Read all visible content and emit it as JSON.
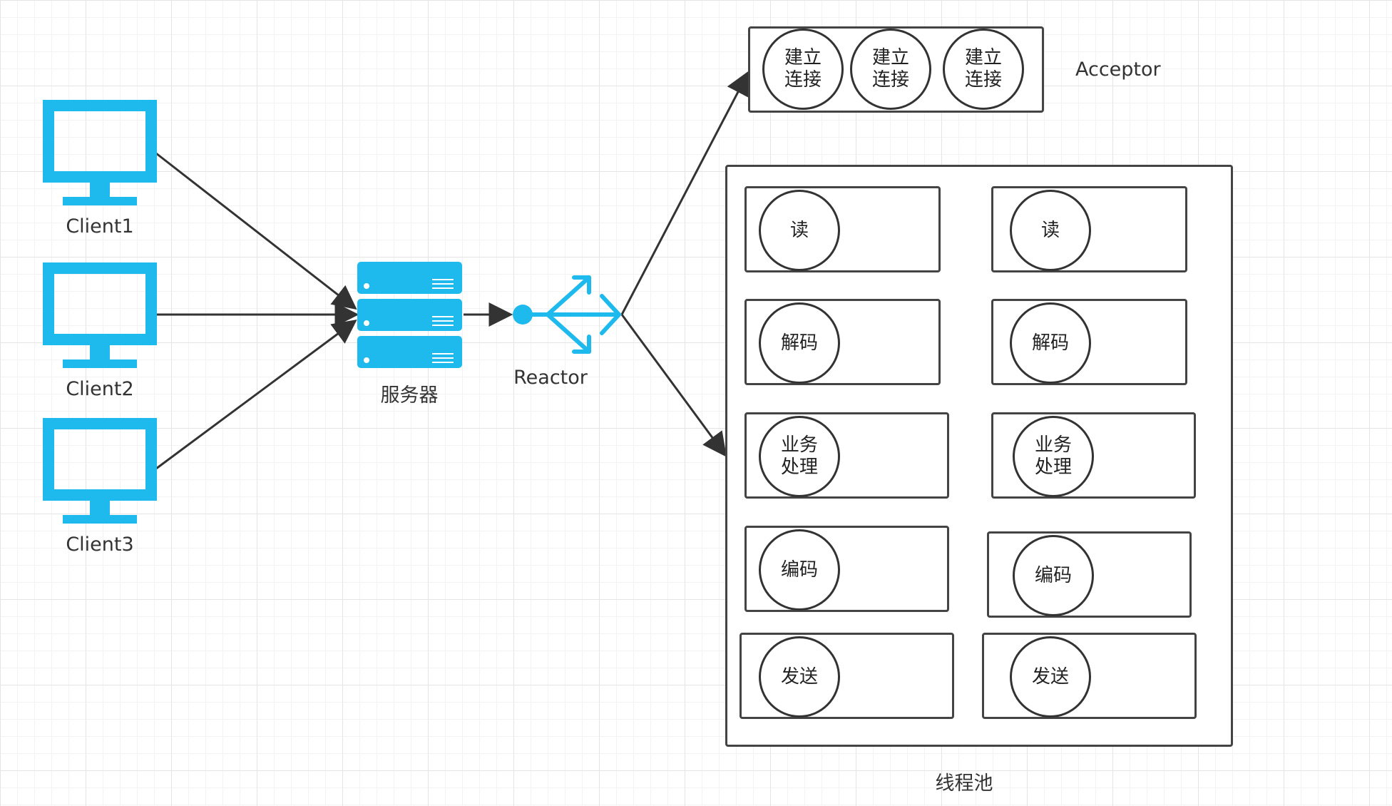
{
  "clients": [
    {
      "label": "Client1"
    },
    {
      "label": "Client2"
    },
    {
      "label": "Client3"
    }
  ],
  "server": {
    "label": "服务器"
  },
  "reactor": {
    "label": "Reactor"
  },
  "acceptor": {
    "label": "Acceptor",
    "items": [
      "建立\n连接",
      "建立\n连接",
      "建立\n连接"
    ]
  },
  "thread_pool": {
    "label": "线程池",
    "left_column": [
      "读",
      "解码",
      "业务\n处理",
      "编码",
      "发送"
    ],
    "right_column": [
      "读",
      "解码",
      "业务\n处理",
      "编码",
      "发送"
    ]
  },
  "colors": {
    "accent": "#1EBAEE",
    "stroke": "#333333"
  },
  "icons": [
    "monitor-icon",
    "server-rack-icon",
    "reactor-hub-icon"
  ]
}
